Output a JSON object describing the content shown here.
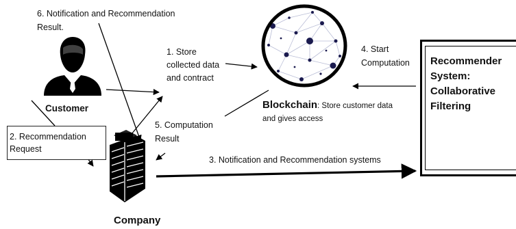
{
  "diagram": {
    "customer": {
      "label": "Customer"
    },
    "company": {
      "label": "Company"
    },
    "blockchain": {
      "label": "Blockchain",
      "description_line1": ": Store customer data",
      "description_line2": "and gives access"
    },
    "recommender": {
      "label": "Recommender\nSystem:\nCollaborative\nFiltering"
    },
    "steps": {
      "step1_line1": "1. Store",
      "step1_line2": "collected data",
      "step1_line3": "and contract",
      "step2_line1": "2. Recommendation",
      "step2_line2": "Request",
      "step3": "3. Notification and Recommendation systems",
      "step4_line1": "4. Start",
      "step4_line2": "Computation",
      "step5_line1": "5. Computation",
      "step5_line2": "Result",
      "step6_line1": "6. Notification and Recommendation",
      "step6_line2": "Result."
    },
    "colors": {
      "stroke": "#000000",
      "node": "#1a1a4e",
      "edge": "#b9bdd6"
    },
    "icons": [
      "person-icon",
      "building-icon",
      "network-globe-icon"
    ]
  }
}
